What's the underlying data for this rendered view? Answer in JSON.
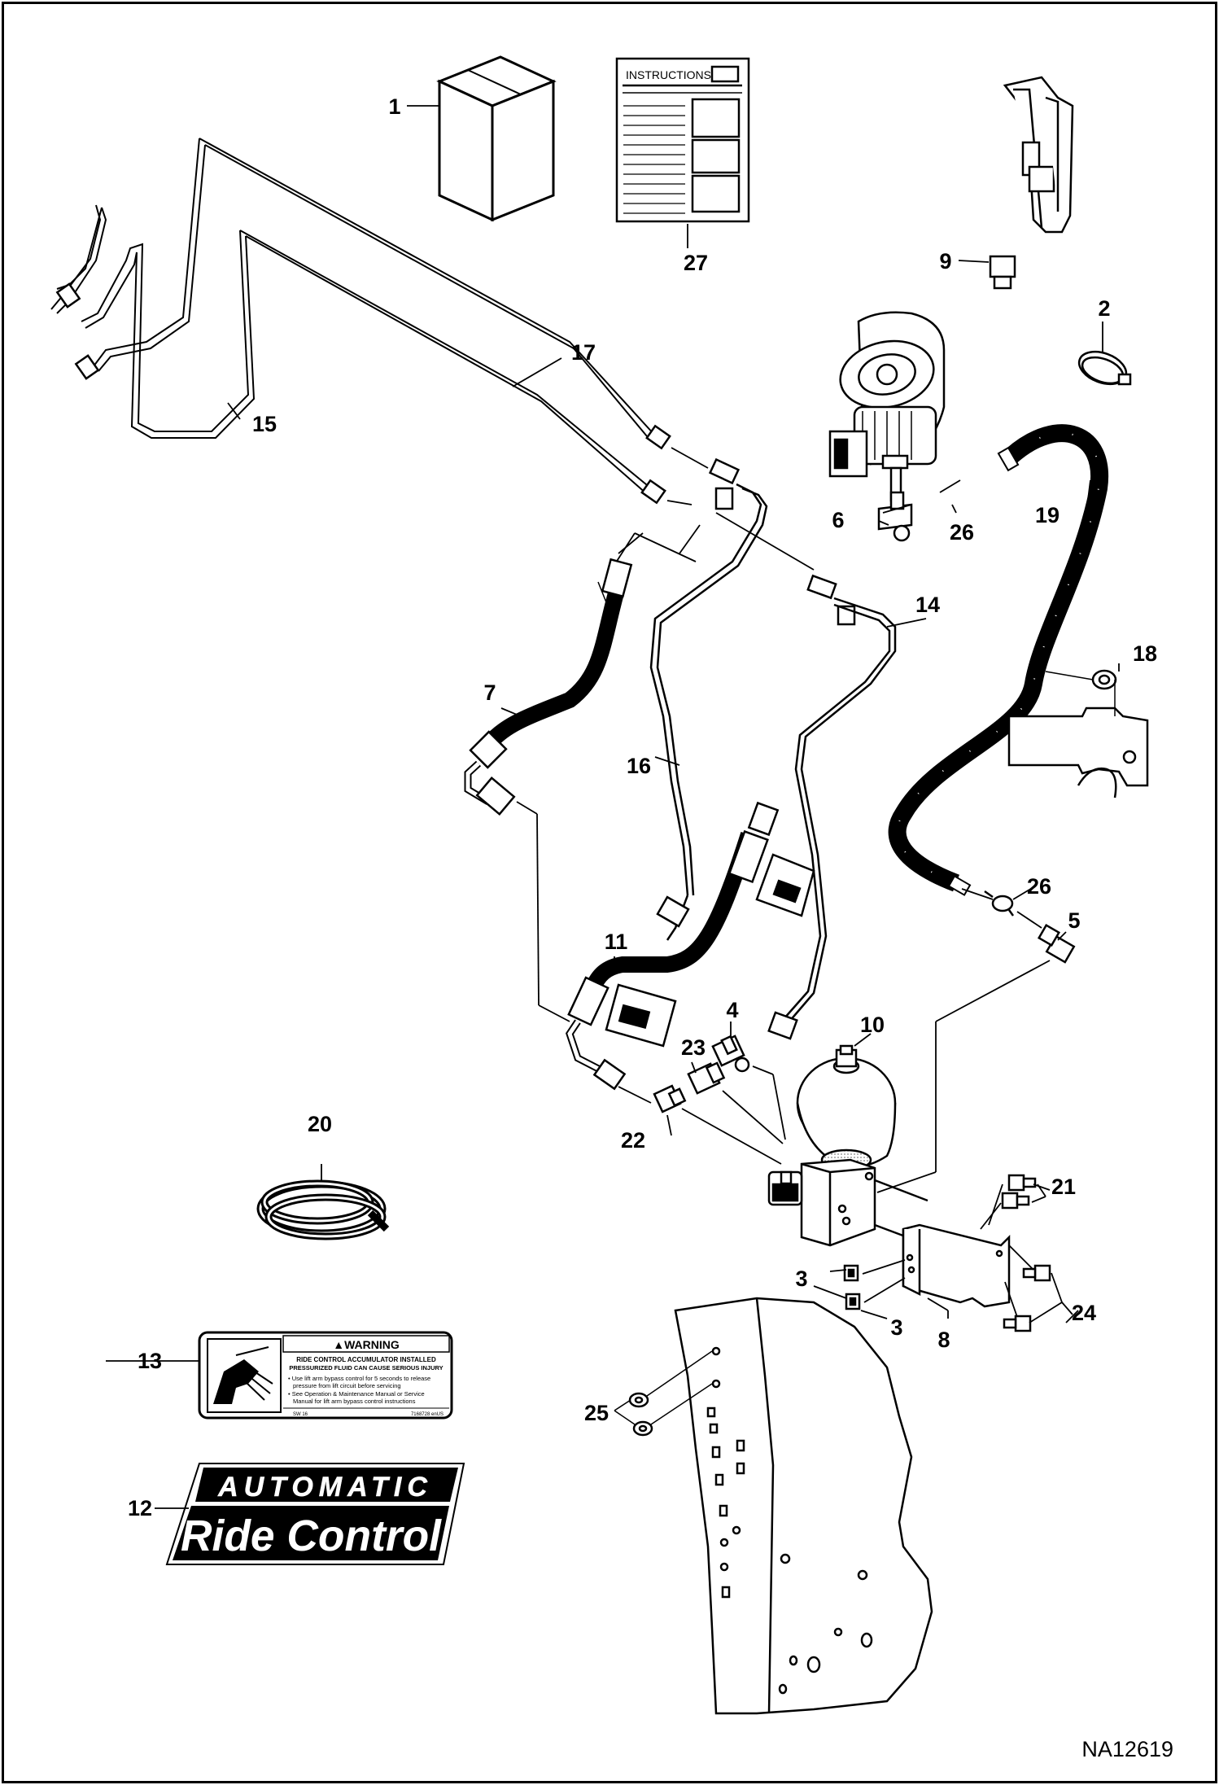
{
  "figure_id": "NA12619",
  "instructions_sheet": {
    "title": "INSTRUCTIONS"
  },
  "warning_decal": {
    "heading": "▲WARNING",
    "line1": "RIDE CONTROL ACCUMULATOR INSTALLED",
    "line2": "PRESSURIZED FLUID CAN CAUSE SERIOUS INJURY",
    "bullet1a": "• Use lift arm bypass control for 5 seconds to release",
    "bullet1b": "pressure from lift circuit before servicing",
    "bullet2a": "• See Operation & Maintenance Manual or Service",
    "bullet2b": "Manual for lift arm bypass control instructions",
    "code_left": "SW 16",
    "code_right": "7168728 enUS"
  },
  "ride_control_decal": {
    "line1": "AUTOMATIC",
    "line2": "Ride Control"
  },
  "callouts": {
    "c1": "1",
    "c2": "2",
    "c3a": "3",
    "c3b": "3",
    "c4": "4",
    "c5": "5",
    "c6": "6",
    "c7": "7",
    "c8": "8",
    "c9": "9",
    "c10": "10",
    "c11": "11",
    "c12": "12",
    "c13": "13",
    "c14": "14",
    "c15": "15",
    "c16": "16",
    "c17": "17",
    "c18": "18",
    "c19": "19",
    "c20": "20",
    "c21": "21",
    "c22": "22",
    "c23": "23",
    "c24": "24",
    "c25": "25",
    "c26a": "26",
    "c26b": "26",
    "c27": "27"
  },
  "colors": {
    "line": "#000000",
    "background": "#ffffff",
    "hose": "#111111"
  }
}
